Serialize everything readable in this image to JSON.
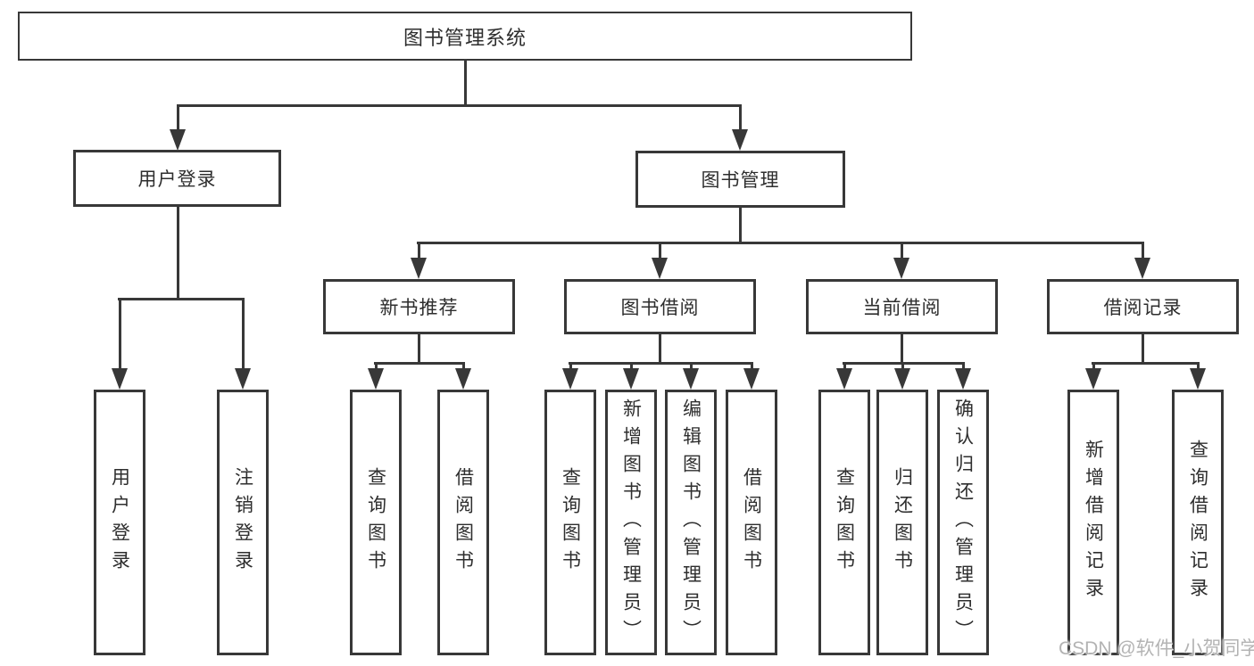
{
  "colors": {
    "line": "#383838",
    "text": "#2e2e2e",
    "background": "#ffffff",
    "watermark": "#b3b3b3"
  },
  "tree": {
    "label": "图书管理系统",
    "children": [
      {
        "label": "用户登录",
        "children": [
          {
            "label": "用户登录"
          },
          {
            "label": "注销登录"
          }
        ]
      },
      {
        "label": "图书管理",
        "children": [
          {
            "label": "新书推荐",
            "children": [
              {
                "label": "查询图书"
              },
              {
                "label": "借阅图书"
              }
            ]
          },
          {
            "label": "图书借阅",
            "children": [
              {
                "label": "查询图书"
              },
              {
                "label": "新增图书（管理员）"
              },
              {
                "label": "编辑图书（管理员）"
              },
              {
                "label": "借阅图书"
              }
            ]
          },
          {
            "label": "当前借阅",
            "children": [
              {
                "label": "查询图书"
              },
              {
                "label": "归还图书"
              },
              {
                "label": "确认归还（管理员）"
              }
            ]
          },
          {
            "label": "借阅记录",
            "children": [
              {
                "label": "新增借阅记录"
              },
              {
                "label": "查询借阅记录"
              }
            ]
          }
        ]
      }
    ]
  },
  "watermark": {
    "text": "CSDN @软件_小贺同学"
  }
}
